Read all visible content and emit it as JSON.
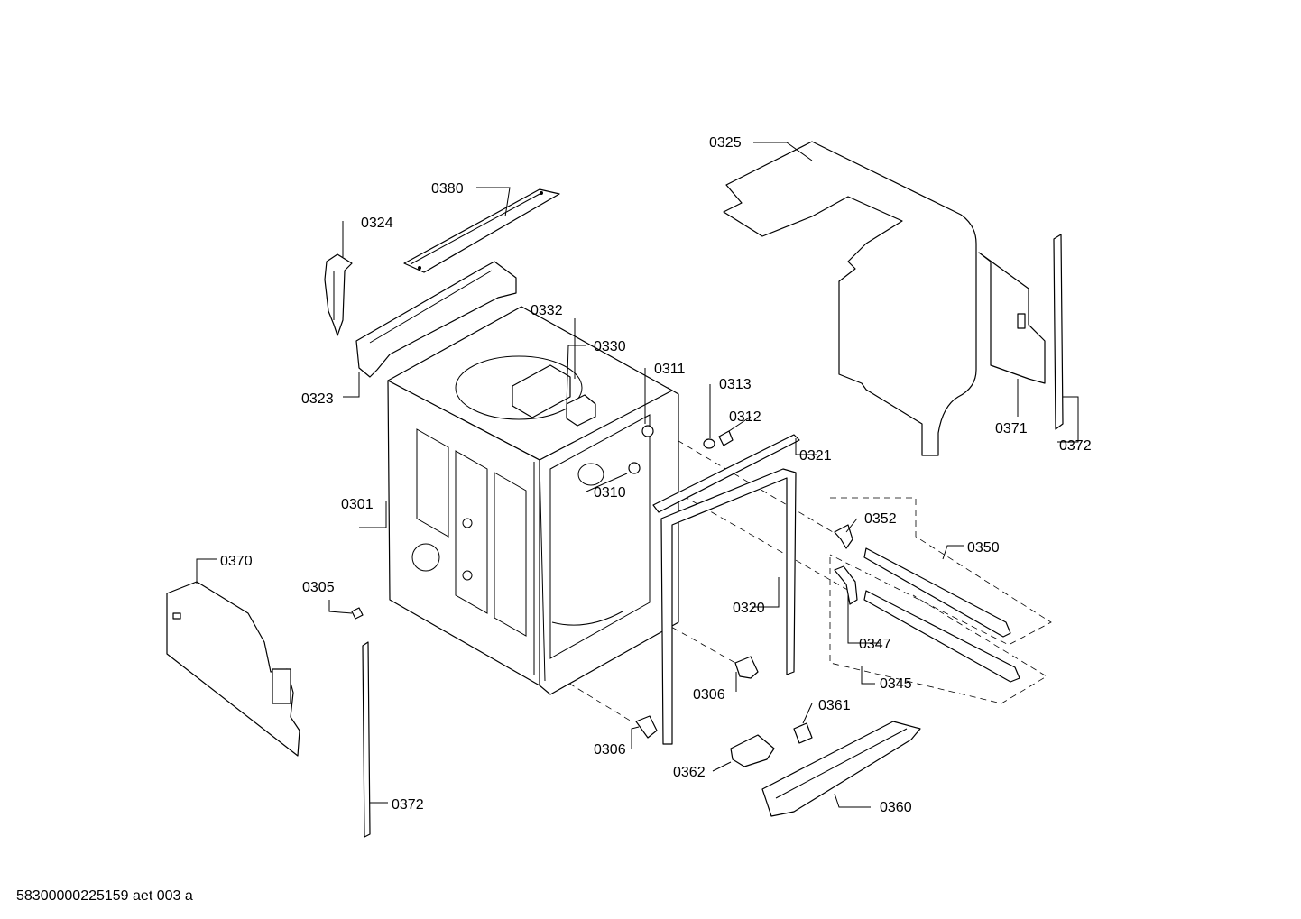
{
  "diagram": {
    "labels": {
      "p0325": "0325",
      "p0380": "0380",
      "p0324": "0324",
      "p0332": "0332",
      "p0330": "0330",
      "p0311": "0311",
      "p0313": "0313",
      "p0312": "0312",
      "p0321": "0321",
      "p0323": "0323",
      "p0310": "0310",
      "p0371": "0371",
      "p0372a": "0372",
      "p0301": "0301",
      "p0352": "0352",
      "p0350": "0350",
      "p0370": "0370",
      "p0305": "0305",
      "p0320": "0320",
      "p0347": "0347",
      "p0306a": "0306",
      "p0345": "0345",
      "p0361": "0361",
      "p0306b": "0306",
      "p0362": "0362",
      "p0360": "0360",
      "p0372b": "0372"
    },
    "footer": "58300000225159 aet 003 a"
  }
}
